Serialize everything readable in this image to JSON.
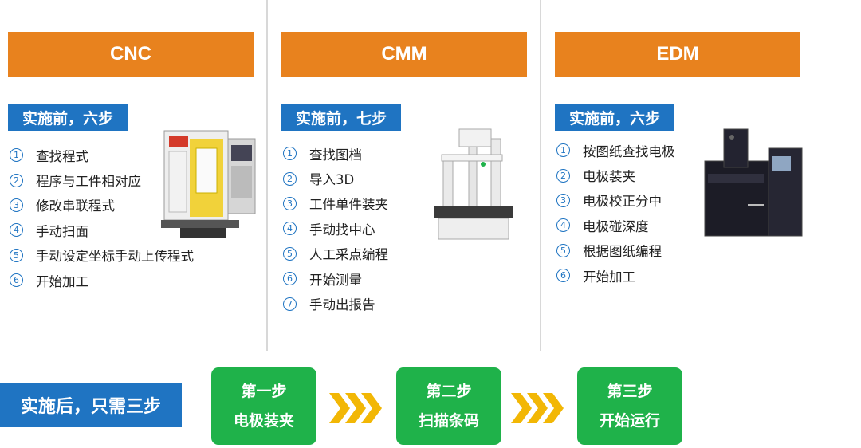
{
  "columns": [
    {
      "title": "CNC",
      "before_label": "实施前，六步",
      "steps": [
        {
          "num": "1",
          "text": "查找程式"
        },
        {
          "num": "2",
          "text": "程序与工件相对应"
        },
        {
          "num": "3",
          "text": "修改串联程式"
        },
        {
          "num": "4",
          "text": "手动扫面"
        },
        {
          "num": "5",
          "text": "手动设定坐标手动上传程式"
        },
        {
          "num": "6",
          "text": "开始加工"
        }
      ]
    },
    {
      "title": "CMM",
      "before_label": "实施前，七步",
      "steps": [
        {
          "num": "1",
          "text": "查找图档"
        },
        {
          "num": "2",
          "text": "导入3D"
        },
        {
          "num": "3",
          "text": "工件单件装夹"
        },
        {
          "num": "4",
          "text": "手动找中心"
        },
        {
          "num": "5",
          "text": "人工采点编程"
        },
        {
          "num": "6",
          "text": "开始测量"
        },
        {
          "num": "7",
          "text": "手动出报告"
        }
      ]
    },
    {
      "title": "EDM",
      "before_label": "实施前，六步",
      "steps": [
        {
          "num": "1",
          "text": "按图纸查找电极"
        },
        {
          "num": "2",
          "text": "电极装夹"
        },
        {
          "num": "3",
          "text": "电极校正分中"
        },
        {
          "num": "4",
          "text": "电极碰深度"
        },
        {
          "num": "5",
          "text": "根据图纸编程"
        },
        {
          "num": "6",
          "text": "开始加工"
        }
      ]
    }
  ],
  "after": {
    "label": "实施后，只需三步",
    "steps": [
      {
        "line1": "第一步",
        "line2": "电极装夹"
      },
      {
        "line1": "第二步",
        "line2": "扫描条码"
      },
      {
        "line1": "第三步",
        "line2": "开始运行"
      }
    ]
  },
  "colors": {
    "orange": "#e8821e",
    "blue": "#1f74c2",
    "green": "#1fb24a",
    "arrow": "#f2b705"
  }
}
